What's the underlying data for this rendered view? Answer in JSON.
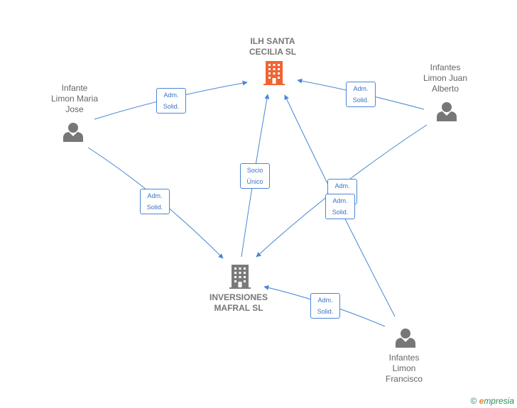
{
  "nodes": {
    "ilh_santa_cecilia": {
      "label": "ILH SANTA\nCECILIA  SL",
      "color": "#f06434"
    },
    "inversiones_mafral": {
      "label": "INVERSIONES\nMAFRAL  SL",
      "color": "#7a7a7a"
    },
    "infante_limon_maria_jose": {
      "label": "Infante\nLimon Maria\nJose",
      "color": "#777777"
    },
    "infantes_limon_juan_alberto": {
      "label": "Infantes\nLimon Juan\nAlberto",
      "color": "#777777"
    },
    "infantes_limon_francisco": {
      "label": "Infantes\nLimon\nFrancisco",
      "color": "#777777"
    }
  },
  "edges": {
    "maria_to_ilh": "Adm.\nSolid.",
    "juan_to_ilh": "Adm.\nSolid.",
    "maria_to_mafral": "Adm.\nSolid.",
    "mafral_to_ilh": "Socio\nÚnico",
    "juan_to_mafral": "Adm.\nSolid.",
    "francisco_to_ilh": "Adm.\nSolid.",
    "francisco_to_mafral": "Adm.\nSolid."
  },
  "colors": {
    "edge": "#4a86d4"
  },
  "footer": {
    "copyright": "©",
    "brand_first": "e",
    "brand_rest": "mpresia"
  }
}
